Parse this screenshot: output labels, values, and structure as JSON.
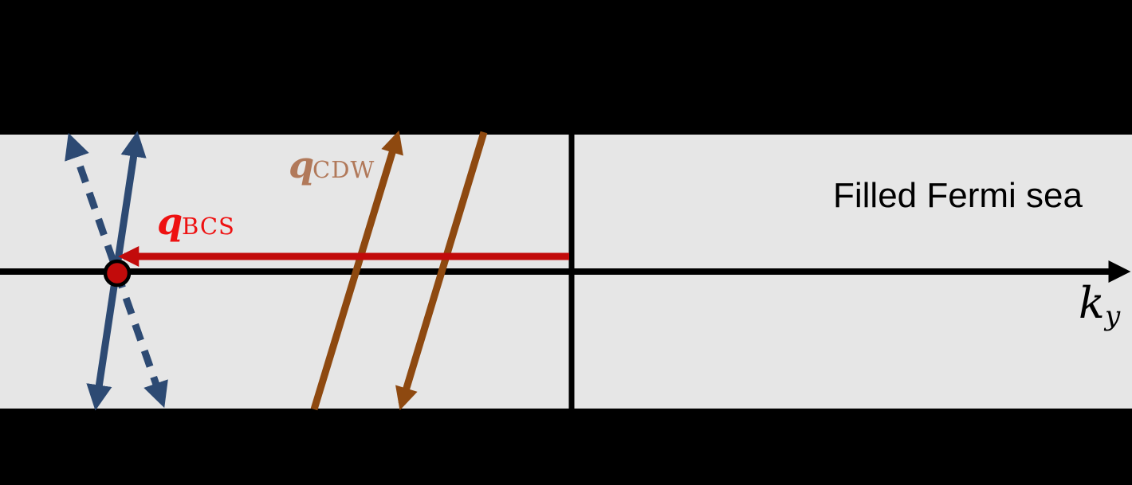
{
  "figure": {
    "title_text": "Filled Fermi sea",
    "axis_label": {
      "main": "k",
      "sub": "y"
    },
    "bcs_label": {
      "main": "q",
      "sub": "BCS"
    },
    "cdw_label": {
      "main": "q",
      "sub": "CDW"
    },
    "colors": {
      "background": "#000000",
      "fermi_band": "#e6e6e6",
      "axis": "#000000",
      "text": "#000000",
      "bcs_arrow": "#c20b0b",
      "bcs_label": "#ee1111",
      "cdw_arrow": "#8e4910",
      "cdw_label": "#b1795a",
      "pair_arrow": "#2d4a73",
      "dot_fill": "#c20b0b",
      "dot_ring": "#000000"
    }
  }
}
